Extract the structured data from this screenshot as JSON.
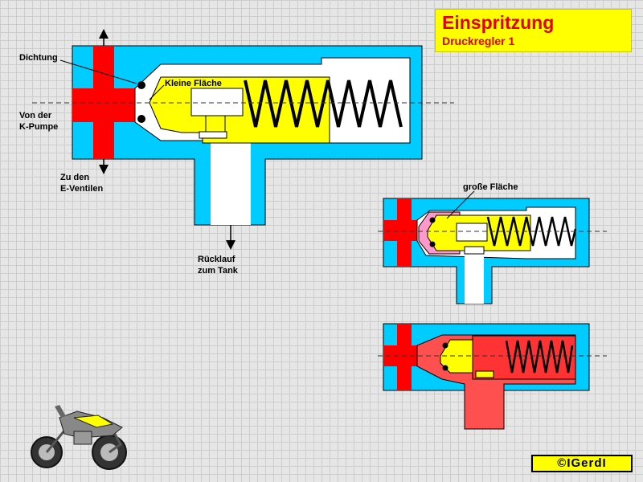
{
  "title": {
    "main": "Einspritzung",
    "sub": "Druckregler 1"
  },
  "labels": {
    "dichtung": "Dichtung",
    "kleine_flaeche": "Kleine Fläche",
    "von_der_line1": "Von der",
    "von_der_line2": "K-Pumpe",
    "zu_den_line1": "Zu den",
    "zu_den_line2": "E-Ventilen",
    "ruecklauf_line1": "Rücklauf",
    "ruecklauf_line2": "zum Tank",
    "grosse_flaeche": "große Fläche"
  },
  "credit": "©IGerdI",
  "colors": {
    "housing": "#00ccff",
    "fuel": "#ff0000",
    "piston": "#ffff00",
    "seal_area": "#ff99cc",
    "spring": "#000000",
    "title_bg": "#ffff00",
    "title_text": "#e00000"
  }
}
